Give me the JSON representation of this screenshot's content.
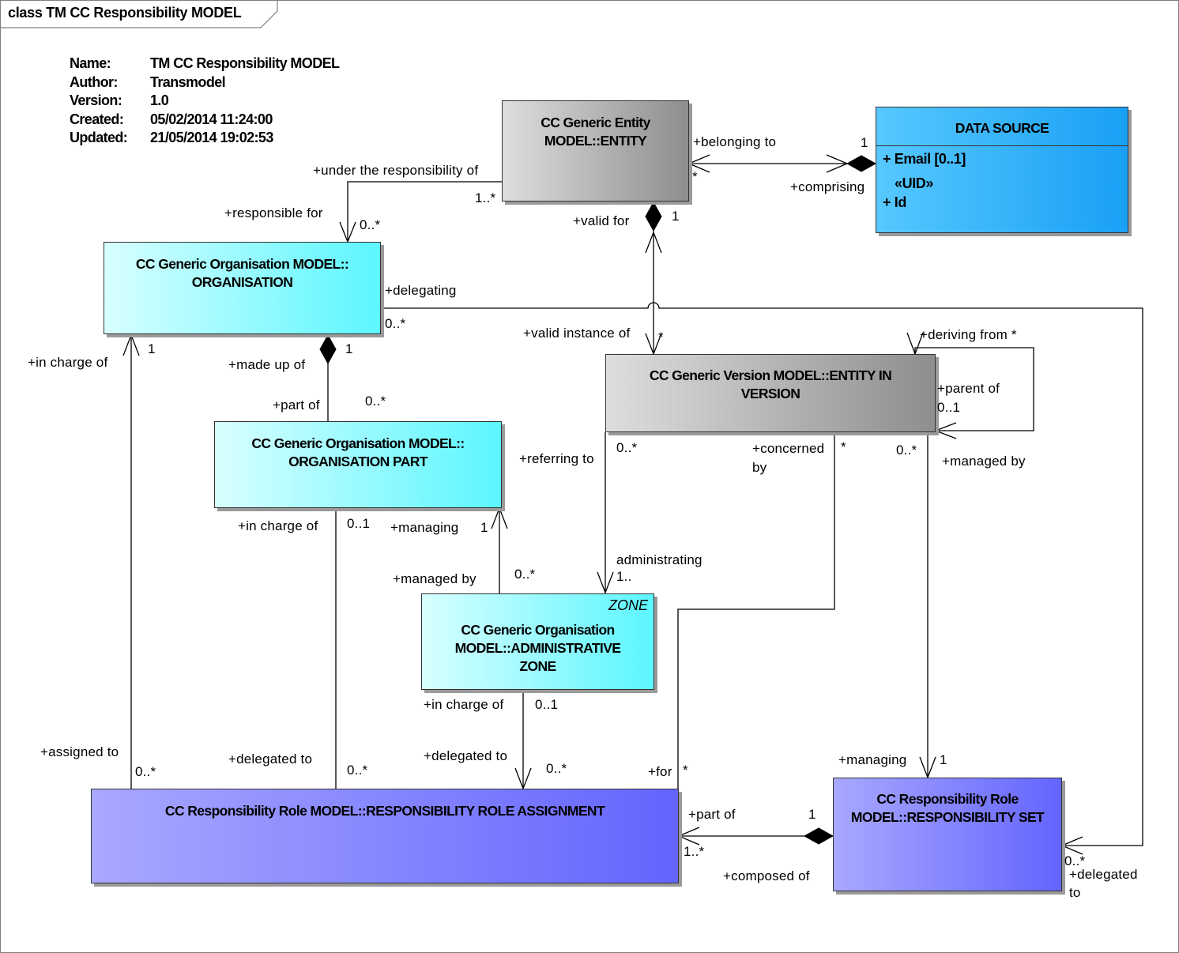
{
  "diagram_title": "class TM CC Responsibility MODEL",
  "meta": [
    {
      "key": "Name:",
      "value": "TM CC Responsibility MODEL"
    },
    {
      "key": "Author:",
      "value": "Transmodel"
    },
    {
      "key": "Version:",
      "value": "1.0"
    },
    {
      "key": "Created:",
      "value": "05/02/2014 11:24:00"
    },
    {
      "key": "Updated:",
      "value": "21/05/2014 19:02:53"
    }
  ],
  "classes": {
    "entity": {
      "line1": "CC Generic Entity",
      "line2": "MODEL::ENTITY"
    },
    "data_source": {
      "name": "DATA SOURCE",
      "attr_email": "+   Email [0..1]",
      "stereotype": "«UID»",
      "attr_id": "+   Id"
    },
    "organisation": {
      "line1": "CC Generic Organisation MODEL::",
      "line2": "ORGANISATION"
    },
    "version": {
      "line1": "CC Generic Version MODEL::ENTITY IN",
      "line2": "VERSION"
    },
    "org_part": {
      "line1": "CC Generic Organisation MODEL::",
      "line2": "ORGANISATION PART"
    },
    "admin_zone": {
      "stereotype": "ZONE",
      "line1": "CC Generic Organisation",
      "line2": "MODEL::ADMINISTRATIVE",
      "line3": "ZONE"
    },
    "assignment": {
      "line1": "CC Responsibility Role MODEL::RESPONSIBILITY ROLE ASSIGNMENT"
    },
    "resp_set": {
      "line1": "CC Responsibility Role",
      "line2": "MODEL::RESPONSIBILITY SET"
    }
  },
  "labels": {
    "belonging_to": "+belonging to",
    "m_star_entity": "*",
    "m_1_datasource": "1",
    "comprising": "+comprising",
    "under_resp": "+under the responsibility of",
    "m_1star_entity": "1..*",
    "responsible_for": "+responsible for",
    "m_0star_org": "0..*",
    "valid_for": "+valid for",
    "m_1_validfor": "1",
    "delegating": "+delegating",
    "m_0star_delegating": "0..*",
    "valid_instance_of": "+valid instance of",
    "m_star_validinstance": "*",
    "deriving_from": "+deriving from *",
    "parent_of": "+parent of",
    "m_01_parent": "0..1",
    "in_charge_of_org": "+in charge of",
    "m_1_inchargeorg": "1",
    "made_up_of": "+made up of",
    "m_1_madeup": "1",
    "part_of_orgpart": "+part of",
    "m_0star_partof": "0..*",
    "referring_to": "+referring to",
    "m_0star_referring": "0..*",
    "concerned_by": "+concerned",
    "concerned_by2": "by",
    "m_star_concerned": "*",
    "m_0star_managedby": "0..*",
    "managed_by_version": "+managed by",
    "in_charge_of_part": "+in charge of",
    "m_01_inchargepart": "0..1",
    "managing_zone": "+managing",
    "m_1_managing": "1",
    "managed_by_zone": "+managed by",
    "m_0star_managedzone": "0..*",
    "administrating": "administrating",
    "m_1dots_admin": "1..",
    "in_charge_of_zone": "+in charge of",
    "m_01_inchargezone": "0..1",
    "assigned_to": "+assigned to",
    "m_0star_assigned": "0..*",
    "delegated_to_1": "+delegated to",
    "m_0star_delegated1": "0..*",
    "delegated_to_2": "+delegated to",
    "m_0star_delegated2": "0..*",
    "for": "+for",
    "m_star_for": "*",
    "managing_set": "+managing",
    "m_1_managingset": "1",
    "part_of_assign": "+part of",
    "m_1_partof": "1",
    "m_1star_partof": "1..*",
    "composed_of": "+composed of",
    "m_0star_delegatedto3": "0..*",
    "delegated_to_3": "+delegated",
    "delegated_to_3b": "to"
  }
}
